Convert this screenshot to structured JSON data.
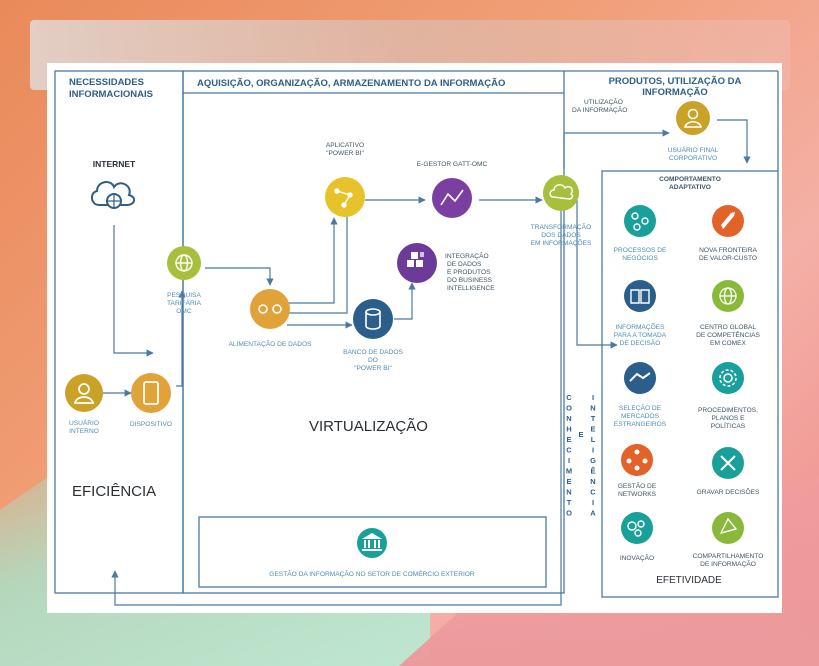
{
  "headers": {
    "col1": [
      "NECESSIDADES",
      "INFORMACIONAIS"
    ],
    "col2": "AQUISIÇÃO, ORGANIZAÇÃO, ARMAZENAMENTO DA INFORMAÇÃO",
    "col3": [
      "PRODUTOS, UTILIZAÇÃO DA",
      "INFORMAÇÃO"
    ]
  },
  "left": {
    "internet": "INTERNET",
    "usuario_interno": [
      "USUÁRIO",
      "INTERNO"
    ],
    "dispositivo": "DISPOSITIVO",
    "pesquisa": [
      "PESQUISA",
      "TARIFÁRIA",
      "OMC"
    ],
    "eficiencia": "EFICIÊNCIA"
  },
  "middle": {
    "aplicativo": [
      "APLICATIVO",
      "\"POWER BI\""
    ],
    "egestor": "E-GESTOR GATT-OMC",
    "integracao": [
      "INTEGRAÇÃO",
      "DE DADOS",
      "E PRODUTOS",
      "DO BUSINESS",
      "INTELLIGENCE"
    ],
    "alimentacao": "ALIMENTAÇÃO DE DADOS",
    "banco": [
      "BANCO DE DADOS",
      "DO",
      "\"POWER BI\""
    ],
    "virtualizacao": "VIRTUALIZAÇÃO",
    "gestao": "GESTÃO DA INFORMAÇÃO NO SETOR DE COMÉRCIO EXTERIOR"
  },
  "right": {
    "utilizacao": [
      "UTILIZAÇÃO",
      "DA INFORMAÇÃO"
    ],
    "usuario_final": [
      "USUÁRIO FINAL",
      "CORPORATIVO"
    ],
    "transformacao": [
      "TRANSFORMAÇÃO",
      "DOS DADOS",
      "EM INFORMAÇÕES"
    ],
    "comportamento": [
      "COMPORTAMENTO",
      "ADAPTATIVO"
    ],
    "conhecimento": "CONHECIMENTO",
    "e": "E",
    "inteligencia": "INTELIGÊNCIA",
    "efetividade": "EFETIVIDADE",
    "items_left": [
      [
        "PROCESSOS DE",
        "NEGÓCIOS"
      ],
      [
        "INFORMAÇÕES",
        "PARA A TOMADA",
        "DE DECISÃO"
      ],
      [
        "SELEÇÃO DE",
        "MERCADOS",
        "ESTRANGEIROS"
      ],
      [
        "GESTÃO DE",
        "NETWORKS"
      ],
      [
        "INOVAÇÃO"
      ]
    ],
    "items_right": [
      [
        "NOVA FRONTEIRA",
        "DE VALOR-CUSTO"
      ],
      [
        "CENTRO GLOBAL",
        "DE COMPETÊNCIAS",
        "EM COMEX"
      ],
      [
        "PROCEDIMENTOS,",
        "PLANOS E",
        "POLÍTICAS"
      ],
      [
        "GRAVAR DECISÕES"
      ],
      [
        "COMPARTILHAMENTO",
        "DE INFORMAÇÃO"
      ]
    ]
  },
  "colors": {
    "line": "#4a79a3",
    "gold": "#c9a227",
    "olive": "#a8bf3e",
    "purple": "#7b3fa1",
    "navy": "#2f5f86",
    "teal": "#1aa09a",
    "orange": "#e2622a",
    "green": "#8ab83a",
    "blue": "#2c5e8c"
  }
}
